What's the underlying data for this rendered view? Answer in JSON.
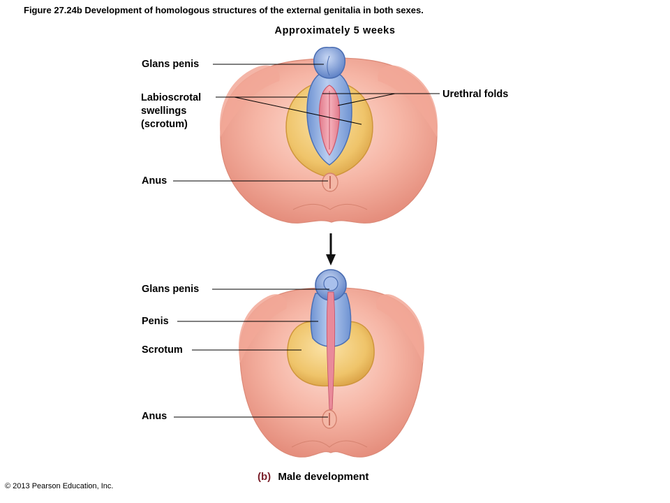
{
  "figure_caption": "Figure 27.24b  Development of homologous structures of the external genitalia in both sexes.",
  "stage_title": "Approximately  5  weeks",
  "top_labels": {
    "glans_penis": "Glans  penis",
    "labioscrotal_line1": "Labioscrotal",
    "labioscrotal_line2": "swellings",
    "labioscrotal_line3": "(scrotum)",
    "urethral_folds": "Urethral folds",
    "anus": "Anus"
  },
  "bottom_labels": {
    "glans_penis": "Glans  penis",
    "penis": "Penis",
    "scrotum": "Scrotum",
    "anus": "Anus"
  },
  "panel": {
    "letter": "(b)",
    "title": "Male development"
  },
  "copyright": "© 2013 Pearson Education, Inc.",
  "colors": {
    "skin": "#f6b2a3",
    "skin_dark": "#e2897a",
    "glans_blue": "#93b3e4",
    "glans_dark": "#4f73b8",
    "swelling_yellow": "#f2cc77",
    "swelling_dark": "#d39d3a",
    "fold_pink": "#eb8e9d",
    "panel_letter": "#7a1f2a"
  }
}
